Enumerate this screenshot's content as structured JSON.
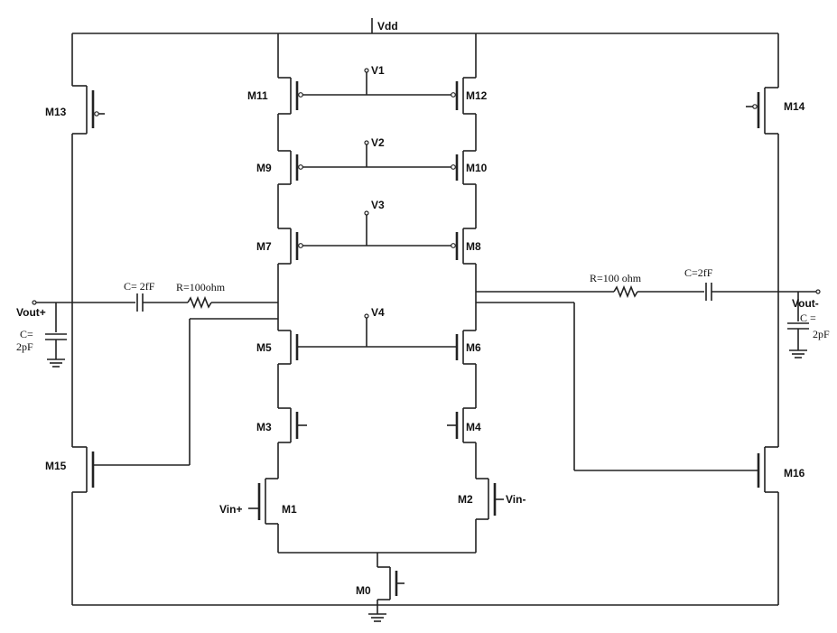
{
  "supply": {
    "vdd": "Vdd"
  },
  "bias": {
    "v1": "V1",
    "v2": "V2",
    "v3": "V3",
    "v4": "V4"
  },
  "transistors": {
    "m0": "M0",
    "m1": "M1",
    "m2": "M2",
    "m3": "M3",
    "m4": "M4",
    "m5": "M5",
    "m6": "M6",
    "m7": "M7",
    "m8": "M8",
    "m9": "M9",
    "m10": "M10",
    "m11": "M11",
    "m12": "M12",
    "m13": "M13",
    "m14": "M14",
    "m15": "M15",
    "m16": "M16"
  },
  "inputs": {
    "vin_plus": "Vin+",
    "vin_minus": "Vin-"
  },
  "outputs": {
    "vout_plus": "Vout+",
    "vout_minus": "Vout-"
  },
  "left_branch": {
    "cap": "C= 2fF",
    "res": "R=100ohm",
    "load_c": "C=",
    "load_v": "2pF"
  },
  "right_branch": {
    "res": "R=100 ohm",
    "cap": "C=2fF",
    "load_c": "C =",
    "load_v": "2pF"
  }
}
